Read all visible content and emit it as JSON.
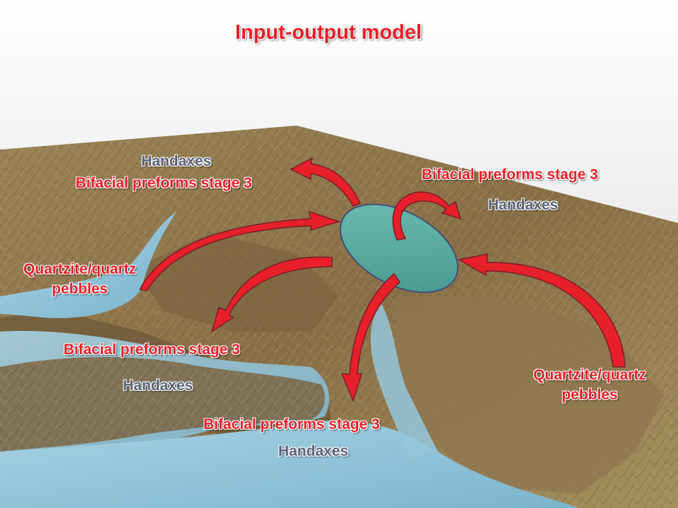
{
  "title": "Input-output model",
  "labels": {
    "top_left_handaxes": "Handaxes",
    "top_left_bifacial": "Bifacial preforms stage 3",
    "top_right_bifacial": "Bifacial preforms stage 3",
    "top_right_handaxes": "Handaxes",
    "left_input_line1": "Quartzite/quartz",
    "left_input_line2": "pebbles",
    "mid_left_bifacial": "Bifacial preforms stage 3",
    "mid_left_handaxes": "Handaxes",
    "bottom_bifacial": "Bifacial preforms stage 3",
    "bottom_handaxes": "Handaxes",
    "right_input_line1": "Quartzite/quartz",
    "right_input_line2": "pebbles"
  },
  "colors": {
    "accent_red": "#e8202a",
    "label_gray": "#5a6378",
    "site_ellipse": "#58b0a8",
    "water": "#8cc0d8",
    "terrain": "#8a7450"
  }
}
